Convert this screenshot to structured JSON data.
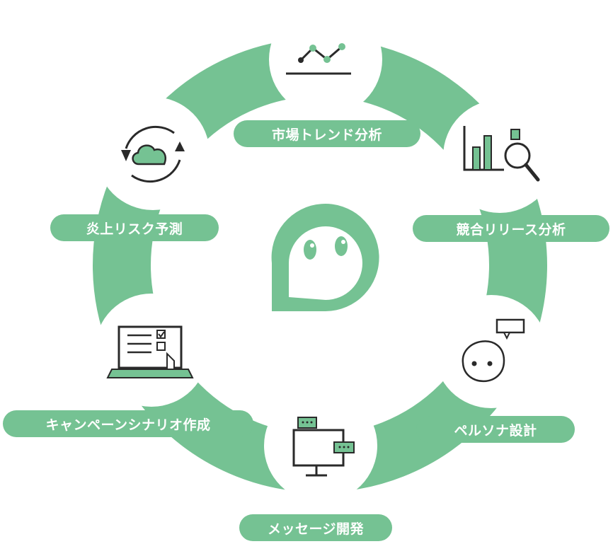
{
  "diagram": {
    "colors": {
      "ring": "#75c293",
      "node_fill": "#ffffff",
      "icon_stroke": "#2a2a2a",
      "icon_accent": "#75c293",
      "label_text": "#ffffff"
    },
    "center_icon": "ghost-pin-mascot-icon",
    "nodes": [
      {
        "label": "市場トレンド分析",
        "icon": "trend-line-chart-icon"
      },
      {
        "label": "競合リリース分析",
        "icon": "bar-chart-magnifier-icon"
      },
      {
        "label": "ペルソナ設計",
        "icon": "face-speech-bubble-icon"
      },
      {
        "label": "メッセージ開発",
        "icon": "monitor-chat-bubbles-icon"
      },
      {
        "label": "キャンペーンシナリオ作成",
        "icon": "laptop-checklist-pointer-icon"
      },
      {
        "label": "炎上リスク予測",
        "icon": "cloud-refresh-arrows-icon"
      }
    ]
  }
}
